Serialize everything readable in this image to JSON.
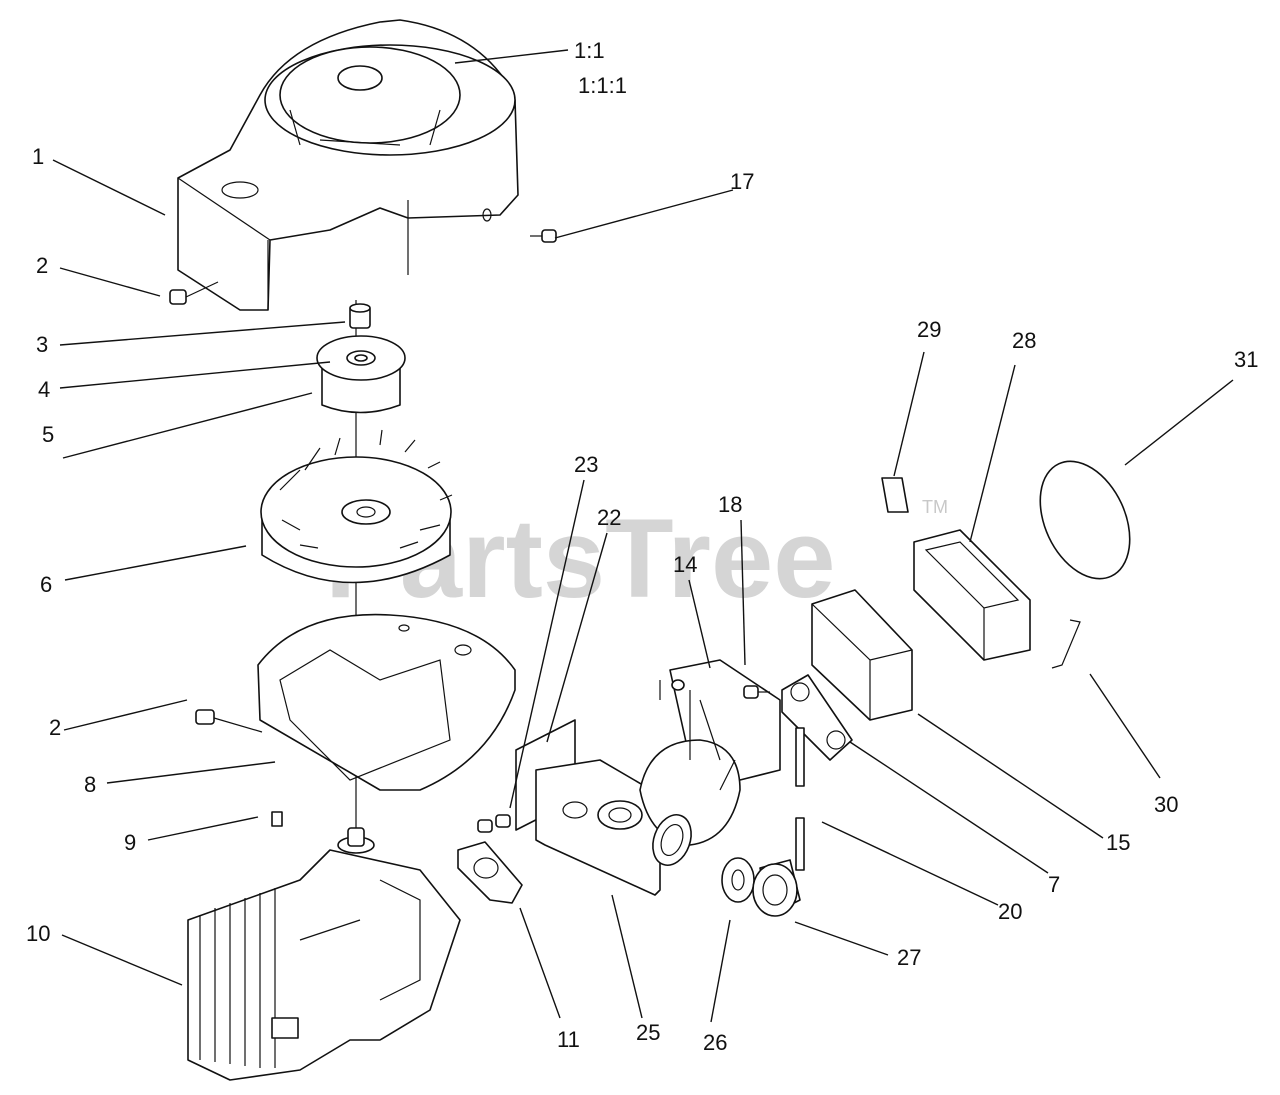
{
  "diagram": {
    "watermark": "PartsTree",
    "watermark_mark": "TM",
    "callouts": {
      "c1_1": "1:1",
      "c1_1_1": "1:1:1",
      "c1": "1",
      "c2a": "2",
      "c2b": "2",
      "c3": "3",
      "c4": "4",
      "c5": "5",
      "c6": "6",
      "c7": "7",
      "c8": "8",
      "c9": "9",
      "c10": "10",
      "c11": "11",
      "c14": "14",
      "c15": "15",
      "c17": "17",
      "c18": "18",
      "c20": "20",
      "c22": "22",
      "c23": "23",
      "c25": "25",
      "c26": "26",
      "c27": "27",
      "c28": "28",
      "c29": "29",
      "c30": "30",
      "c31": "31"
    }
  }
}
